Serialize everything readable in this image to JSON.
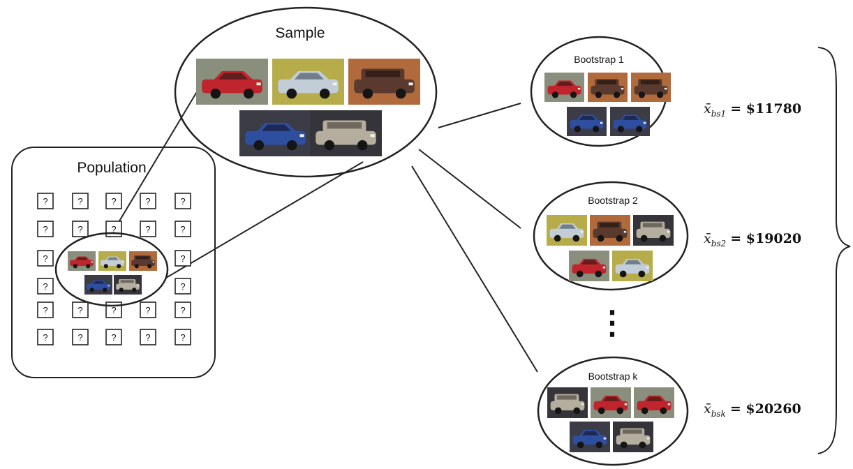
{
  "population": {
    "title": "Population",
    "unknown_mark": "?"
  },
  "sample": {
    "title": "Sample",
    "cars": [
      "red-sedan",
      "silver-sedan",
      "brown-suv",
      "blue-sedan",
      "silver-suv"
    ]
  },
  "bootstraps": [
    {
      "title": "Bootstrap 1",
      "cars": [
        "red-sedan",
        "brown-suv",
        "brown-suv",
        "blue-sedan",
        "blue-sedan"
      ],
      "stat_subscript": "bs1",
      "stat_value": "= $11780"
    },
    {
      "title": "Bootstrap 2",
      "cars": [
        "silver-sedan",
        "brown-suv",
        "silver-suv",
        "red-sedan",
        "silver-sedan"
      ],
      "stat_subscript": "bs2",
      "stat_value": "= $19020"
    },
    {
      "title": "Bootstrap k",
      "cars": [
        "silver-suv",
        "red-sedan",
        "red-sedan",
        "blue-sedan",
        "silver-suv"
      ],
      "stat_subscript": "bsk",
      "stat_value": "= $20260"
    }
  ],
  "stat_symbol": "x̄",
  "ellipsis": "⋮",
  "car_colors": {
    "red-sedan": {
      "bg": "#8a8e7c",
      "car": "#c0242c",
      "trim": "#4a1c1c"
    },
    "silver-sedan": {
      "bg": "#b6ad4a",
      "car": "#c2cdd8",
      "trim": "#5f6a78"
    },
    "brown-suv": {
      "bg": "#b06a3c",
      "car": "#5a3a2e",
      "trim": "#2a1a14"
    },
    "blue-sedan": {
      "bg": "#3c3c46",
      "car": "#2e4ea0",
      "trim": "#1a2244"
    },
    "silver-suv": {
      "bg": "#34343a",
      "car": "#b5ae9e",
      "trim": "#5c564c"
    }
  }
}
